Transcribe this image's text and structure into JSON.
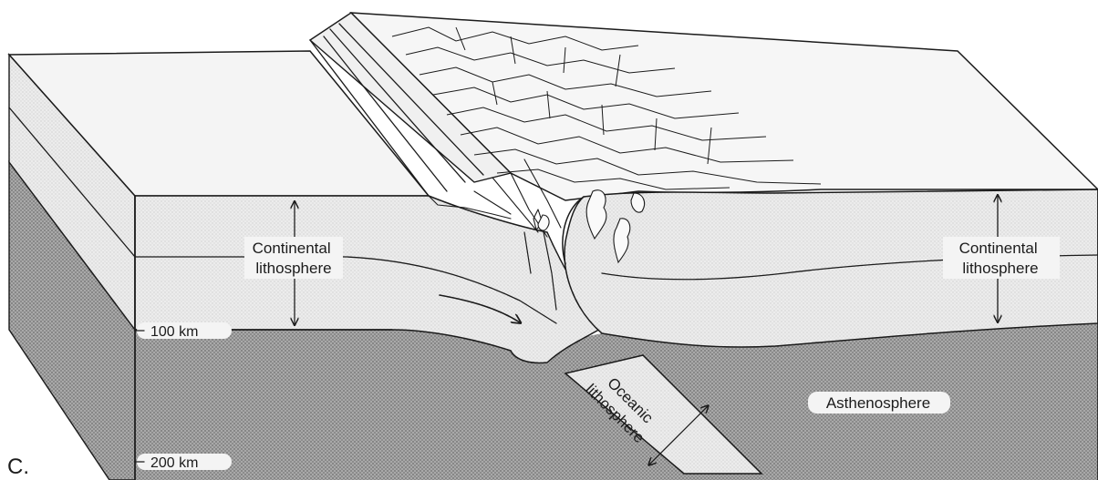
{
  "figure": {
    "panel_letter": "C.",
    "labels": {
      "continental_left": [
        "Continental",
        "lithosphere"
      ],
      "continental_right": [
        "Continental",
        "lithosphere"
      ],
      "oceanic": [
        "Oceanic",
        "lithosphere"
      ],
      "asthenosphere": "Asthenosphere"
    },
    "depth_markers": [
      "100 km",
      "200 km"
    ]
  }
}
